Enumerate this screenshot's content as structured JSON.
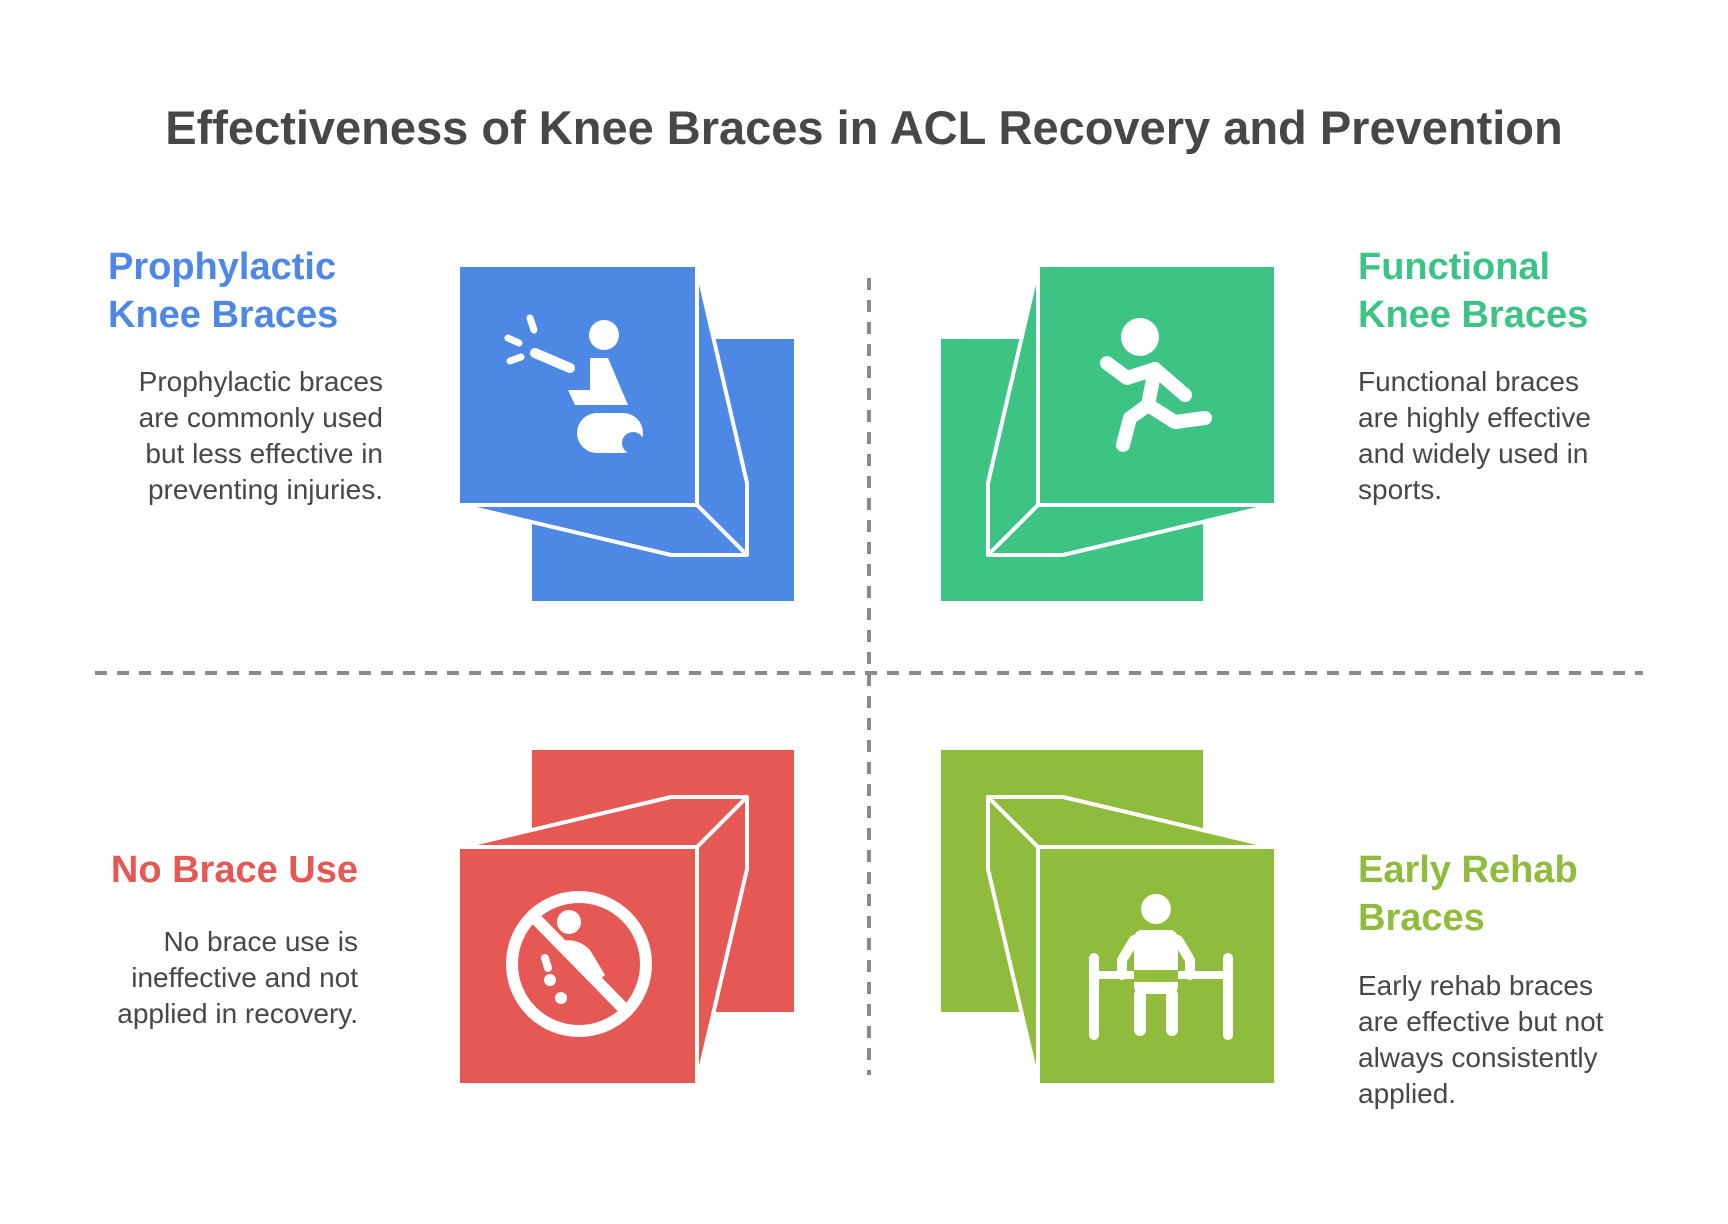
{
  "title": "Effectiveness of Knee Braces in ACL Recovery and Prevention",
  "colors": {
    "prophylactic": "#4E88E5",
    "functional": "#3DC485",
    "no_brace": "#E55853",
    "early_rehab": "#8FBC3C",
    "text": "#474747",
    "divider": "#8A8A8A"
  },
  "quadrants": {
    "prophylactic": {
      "title_line1": "Prophylactic",
      "title_line2": "Knee Braces",
      "desc": [
        "Prophylactic braces",
        "are commonly used",
        "but less effective in",
        "preventing injuries."
      ],
      "icon": "injured-person-icon"
    },
    "functional": {
      "title_line1": "Functional",
      "title_line2": "Knee Braces",
      "desc": [
        "Functional braces",
        "are highly effective",
        "and widely used in",
        "sports."
      ],
      "icon": "running-person-icon"
    },
    "no_brace": {
      "title_line1": "No Brace Use",
      "desc": [
        "No brace use is",
        "ineffective and not",
        "applied in recovery."
      ],
      "icon": "no-running-icon"
    },
    "early_rehab": {
      "title_line1": "Early Rehab",
      "title_line2": "Braces",
      "desc": [
        "Early rehab braces",
        "are effective but not",
        "always consistently",
        "applied."
      ],
      "icon": "rehab-parallel-bars-icon"
    }
  }
}
